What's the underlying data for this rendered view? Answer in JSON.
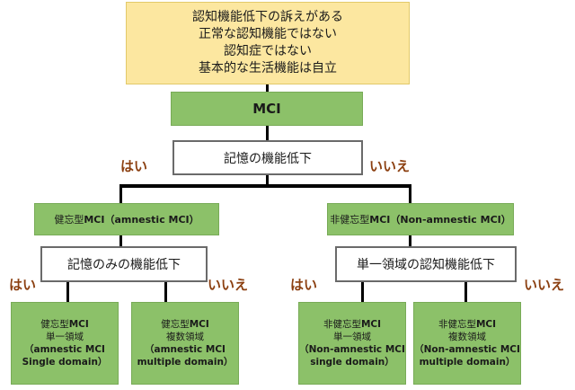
{
  "criteria": {
    "lines": [
      "認知機能低下の訴えがある",
      "正常な認知機能ではない",
      "認知症ではない",
      "基本的な生活機能は自立"
    ]
  },
  "mci": "MCI",
  "q_memory": "記憶の機能低下",
  "yes": "はい",
  "no": "いいえ",
  "amnestic": {
    "prefix": "健忘型",
    "bold": "MCI（amnestic MCI）"
  },
  "nonamnestic": {
    "prefix": "非健忘型",
    "bold": "MCI（Non-amnestic MCI）"
  },
  "q_memory_only": "記憶のみの機能低下",
  "q_single_domain": "単一領域の認知機能低下",
  "leaves": [
    {
      "l1a": "健忘型",
      "l1b": "MCI",
      "l2": "単一領域",
      "l3": "（amnestic MCI",
      "l4": "Single domain）"
    },
    {
      "l1a": "健忘型",
      "l1b": "MCI",
      "l2": "複数領域",
      "l3": "（amnestic MCI",
      "l4": "multiple domain）"
    },
    {
      "l1a": "非健忘型",
      "l1b": "MCI",
      "l2": "単一領域",
      "l3": "（Non-amnestic MCI",
      "l4": "single domain）"
    },
    {
      "l1a": "非健忘型",
      "l1b": "MCI",
      "l2": "複数領域",
      "l3": "（Non-amnestic MCI",
      "l4": "multiple domain）"
    }
  ]
}
